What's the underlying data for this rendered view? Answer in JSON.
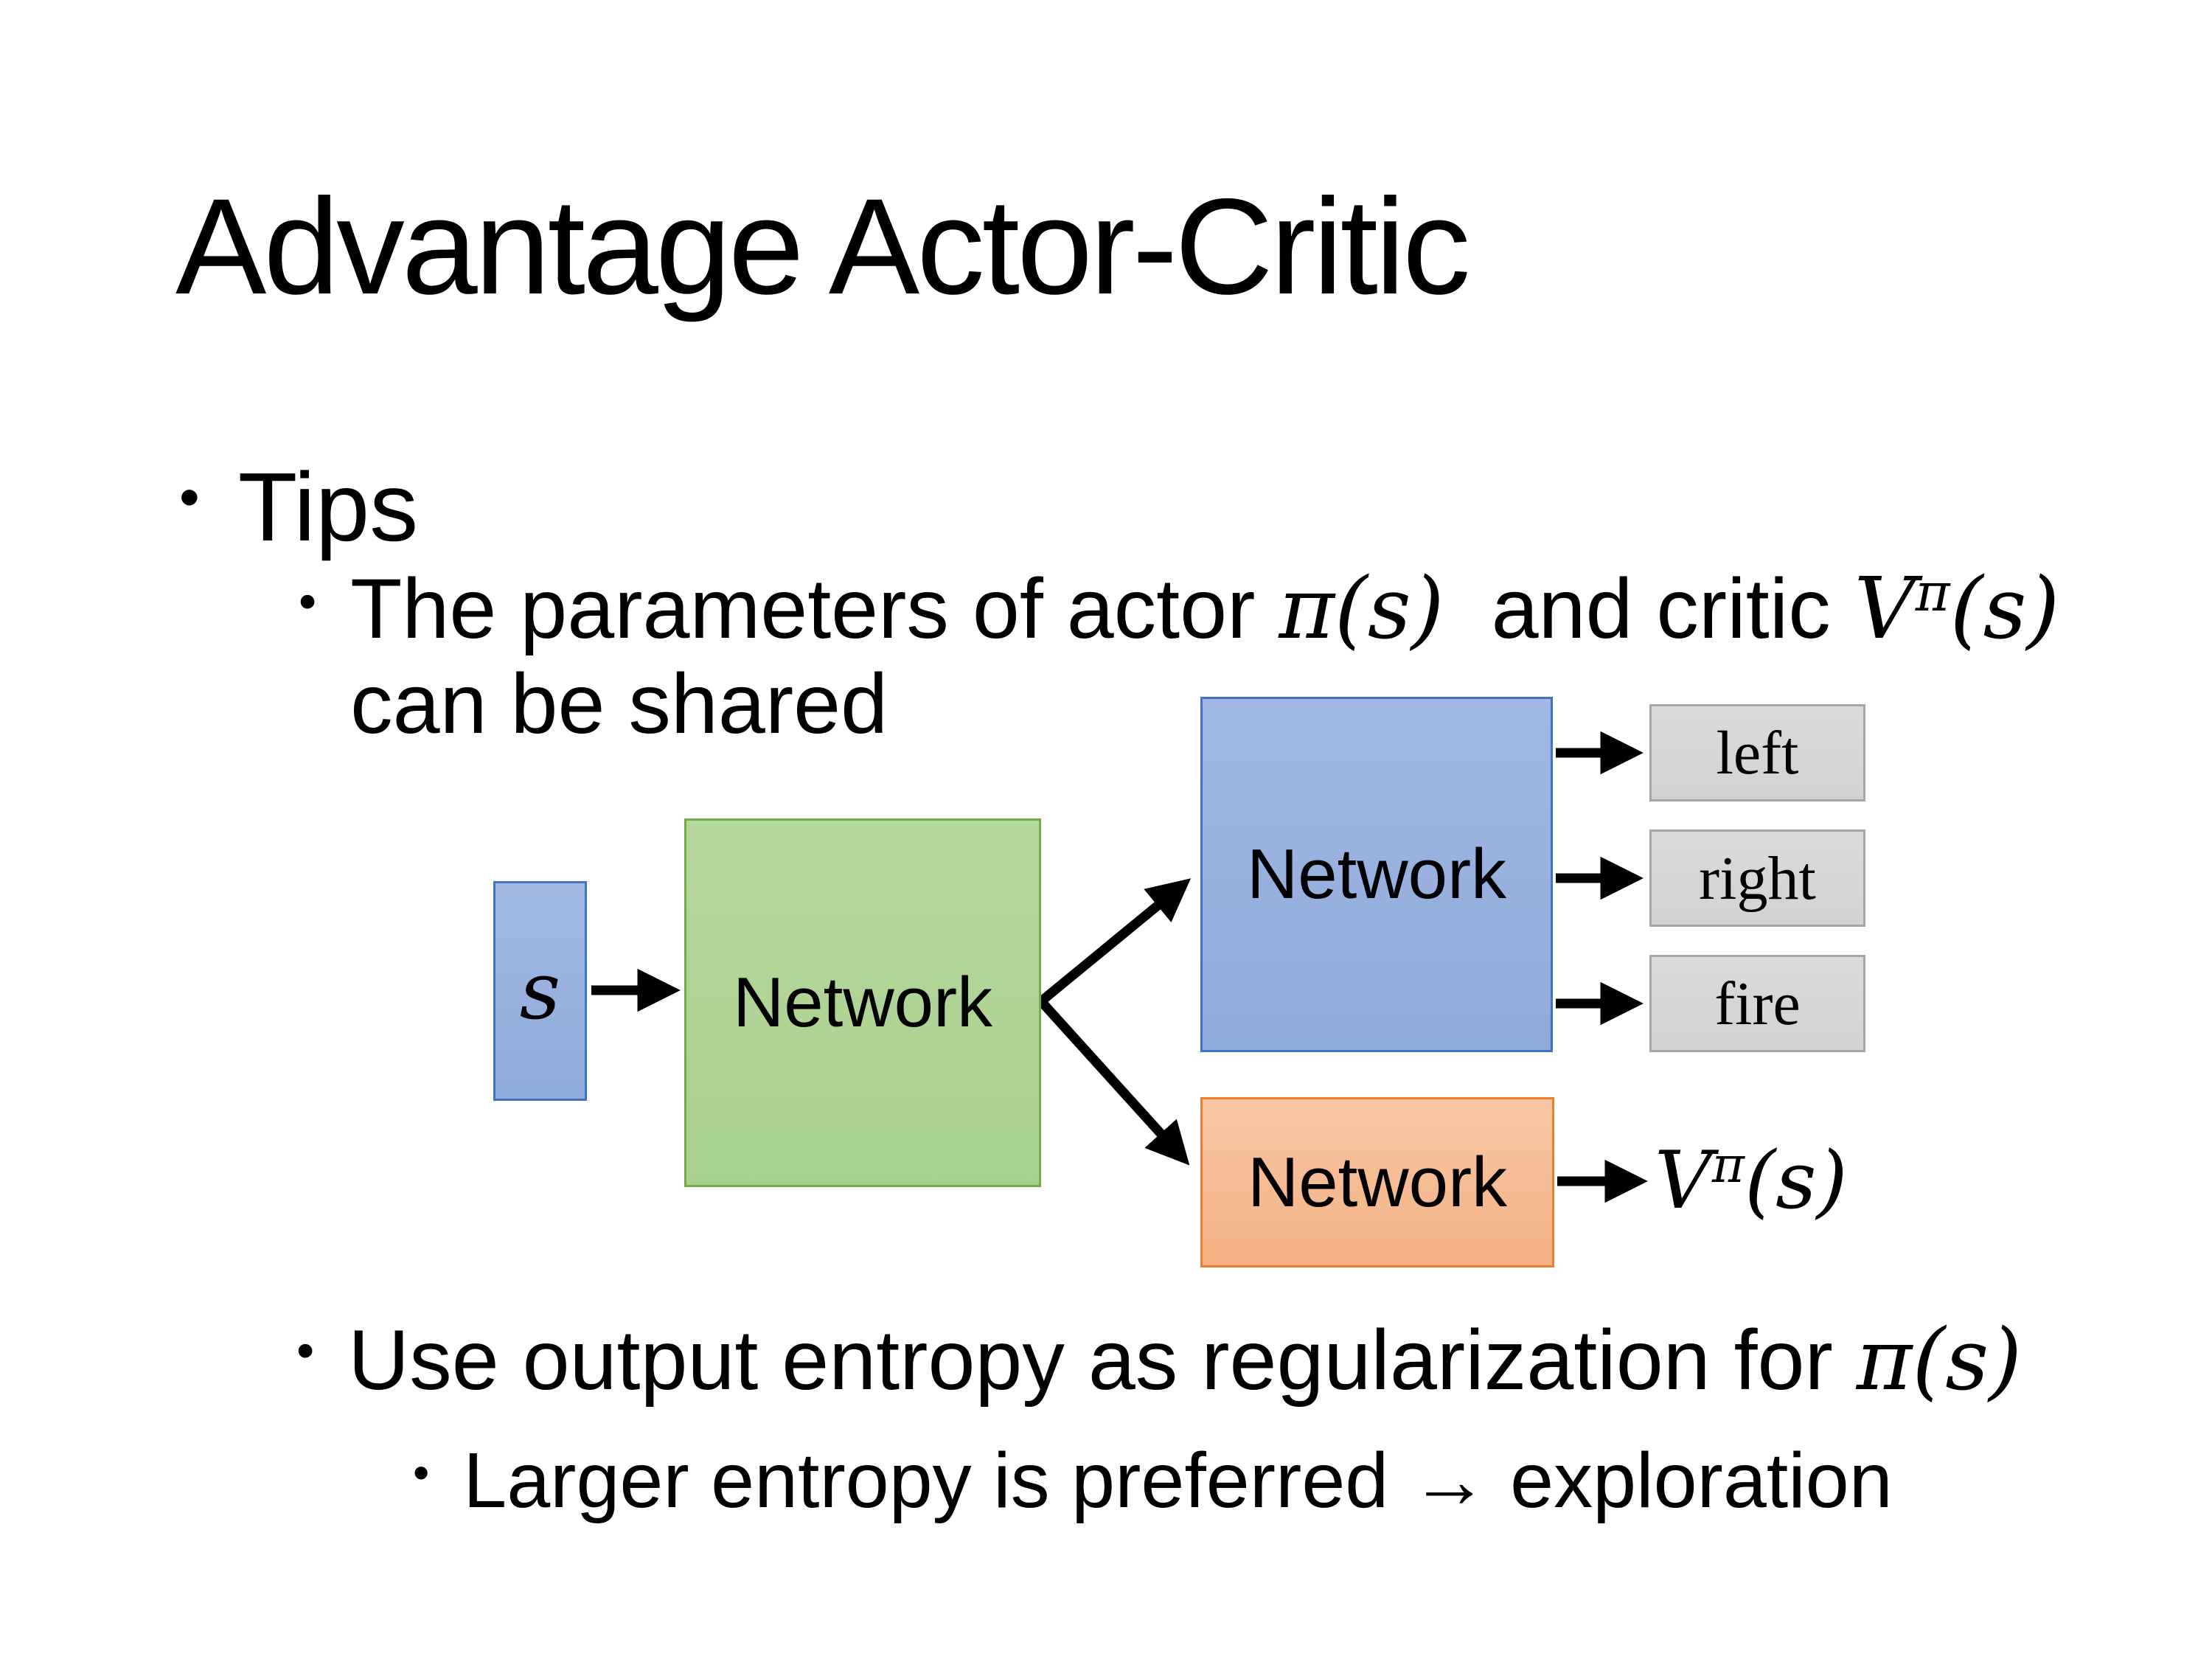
{
  "slide": {
    "title": "Advantage Actor-Critic",
    "bullet_char": "•"
  },
  "bullets": {
    "tips": "Tips",
    "param_pre": "The parameters of actor ",
    "param_math_pi": "π(s)",
    "param_mid": "  and critic ",
    "param_value_base": "V",
    "param_value_sup": "π",
    "param_value_arg": "(s)",
    "param_line2": "can be shared",
    "entropy_pre": "Use output entropy as regularization for ",
    "entropy_math_pi": "π(s)",
    "entropy_sub": "Larger entropy is preferred → exploration"
  },
  "diagram": {
    "state_label": "s",
    "shared_network": "Network",
    "actor_network": "Network",
    "critic_network": "Network",
    "actions": [
      "left",
      "right",
      "fire"
    ],
    "value_base": "V",
    "value_sup": "π",
    "value_arg": "(s)"
  },
  "colors": {
    "blue_fill": "#8FAADC",
    "blue_border": "#4472C4",
    "green_fill": "#A9D18E",
    "green_border": "#70AD47",
    "orange_fill": "#F4B183",
    "orange_border": "#ED7D31",
    "gray_fill": "#D2D2D2",
    "gray_border": "#A6A6A6",
    "arrow_color": "#000000",
    "text_color": "#000000"
  }
}
